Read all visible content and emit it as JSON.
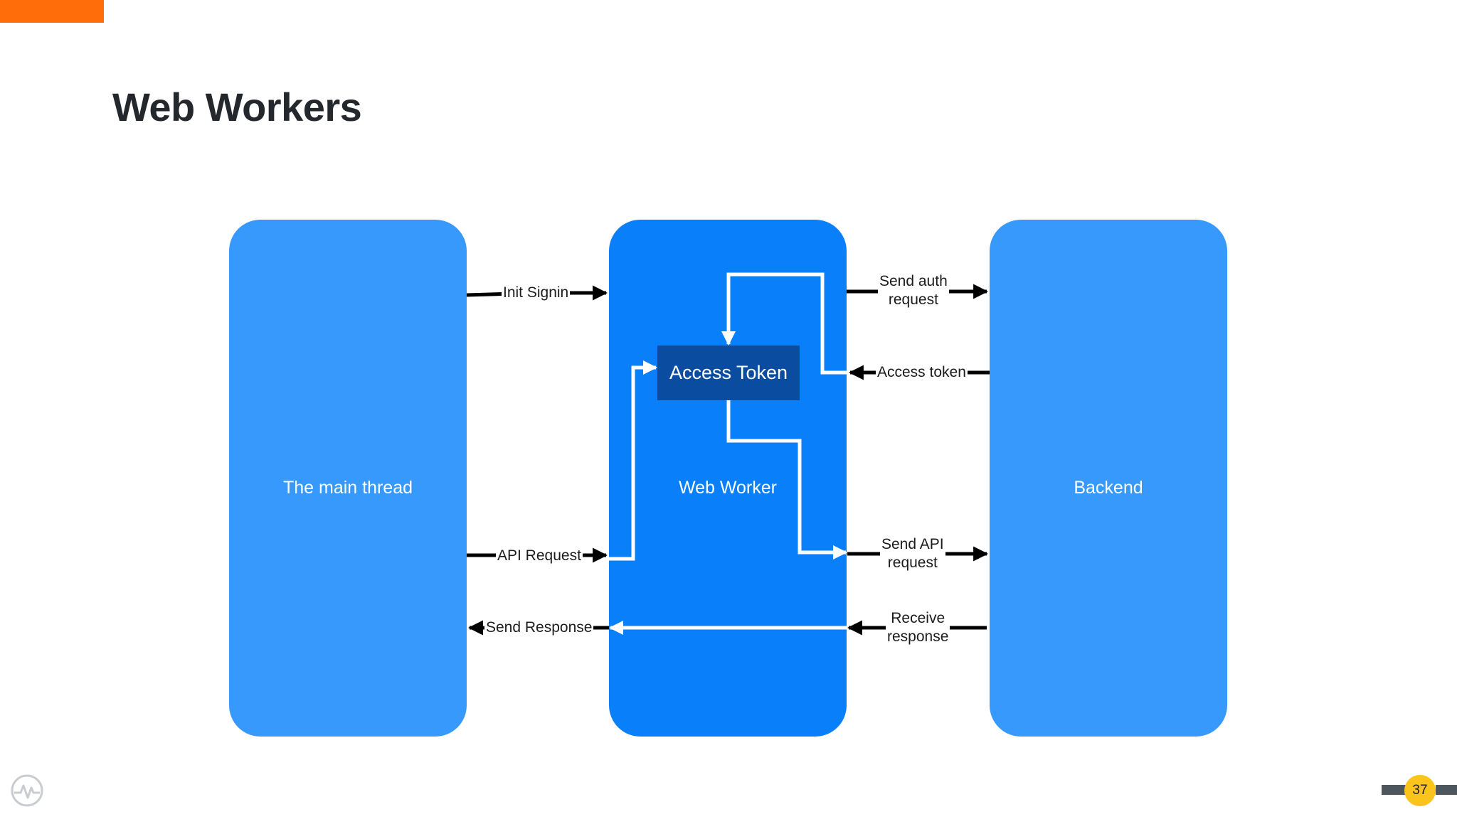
{
  "slide": {
    "title": "Web Workers",
    "page_number": "37"
  },
  "columns": {
    "main": "The main thread",
    "worker": "Web Worker",
    "backend": "Backend"
  },
  "token_box": "Access Token",
  "arrows": {
    "init_signin": "Init Signin",
    "api_request": "API Request",
    "send_response": "Send Response",
    "send_auth_line1": "Send auth",
    "send_auth_line2": "request",
    "access_token": "Access token",
    "send_api_line1": "Send API",
    "send_api_line2": "request",
    "receive_line1": "Receive",
    "receive_line2": "response"
  },
  "colors": {
    "accent": "#ff6d0b",
    "column_blue": "#3799fc",
    "worker_blue": "#0a7ffa",
    "token_blue": "#0a4da0",
    "page_badge": "#fbc41d"
  },
  "icons": {
    "logo": "pulse-logo-icon"
  }
}
